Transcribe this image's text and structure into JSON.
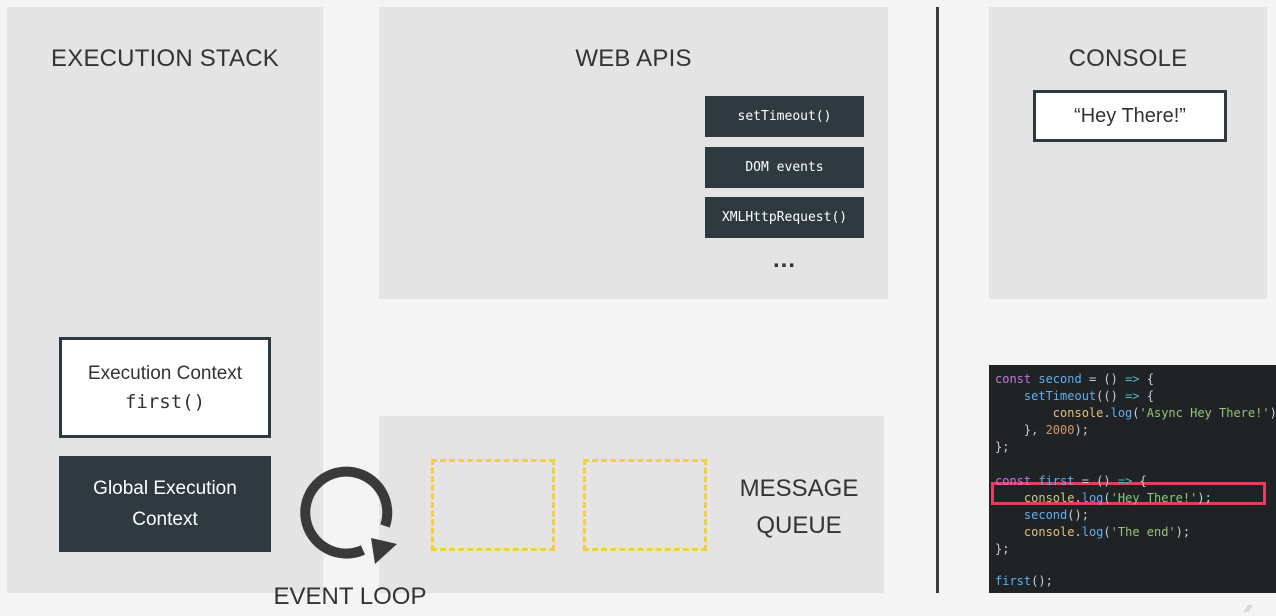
{
  "execution_stack": {
    "title": "EXECUTION STACK",
    "context_top": {
      "line1": "Execution Context",
      "line2": "first()"
    },
    "context_global": {
      "line1": "Global Execution",
      "line2": "Context"
    }
  },
  "web_apis": {
    "title": "WEB APIS",
    "items": [
      "setTimeout()",
      "DOM events",
      "XMLHttpRequest()"
    ],
    "more": "..."
  },
  "message_queue": {
    "label_line1": "MESSAGE",
    "label_line2": "QUEUE"
  },
  "event_loop": {
    "label": "EVENT LOOP"
  },
  "console": {
    "title": "CONSOLE",
    "output": "“Hey There!”"
  },
  "code": {
    "lines": [
      "const second = () => {",
      "    setTimeout(() => {",
      "        console.log('Async Hey There!');",
      "    }, 2000);",
      "};",
      "",
      "const first = () => {",
      "    console.log('Hey There!');",
      "    second();",
      "    console.log('The end');",
      "};",
      "",
      "first();"
    ],
    "highlighted_line": 7
  },
  "colors": {
    "panel": "#e4e4e4",
    "dark_box": "#2e3a40",
    "queue_dash": "#f2d23a",
    "highlight": "#e0405a",
    "code_bg": "#1f2326"
  },
  "icons": {
    "event_loop": "circular-arrow-icon"
  }
}
